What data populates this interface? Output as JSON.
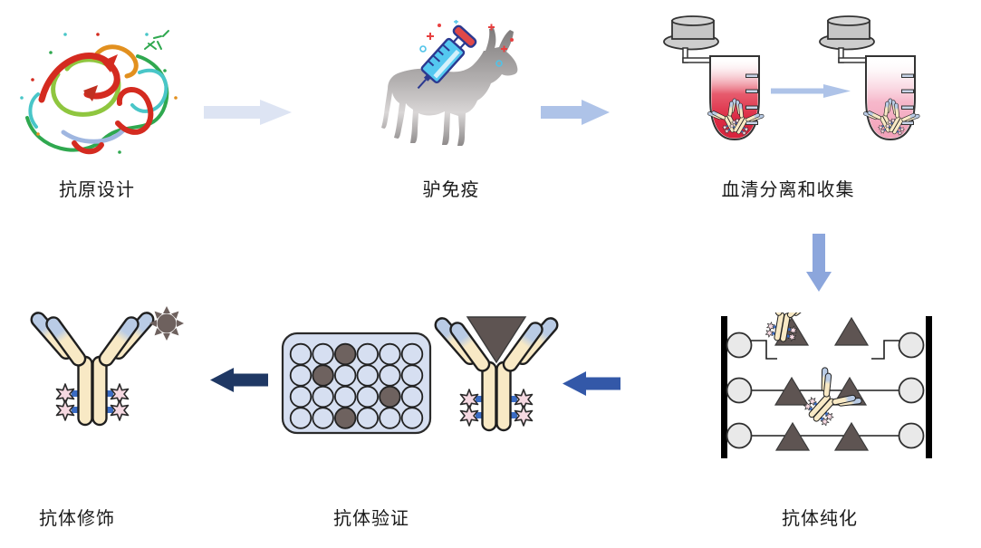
{
  "diagram": {
    "steps": [
      {
        "id": "antigen-design",
        "label": "抗原设计"
      },
      {
        "id": "donkey-immunization",
        "label": "驴免疫"
      },
      {
        "id": "serum-separation-collection",
        "label": "血清分离和收集"
      },
      {
        "id": "antibody-purification",
        "label": "抗体纯化"
      },
      {
        "id": "antibody-validation",
        "label": "抗体验证"
      },
      {
        "id": "antibody-modification",
        "label": "抗体修饰"
      }
    ]
  },
  "colors": {
    "arrow_step1": "#DDE4F3",
    "arrow_step2": "#AEC3E8",
    "arrow_tube": "#AEC3E8",
    "arrow_down": "#8CA6DC",
    "arrow_validation": "#3358A8",
    "arrow_modification": "#1F3864",
    "antibody_body": "#F8E9C5",
    "antibody_tip": "#B9CBE5",
    "star_pink": "#F6D9E2",
    "connector_blue": "#3B6CC4",
    "antigen_triangle": "#5E5452",
    "serum_red": "#D8243C",
    "serum_pink": "#F2A0B8",
    "tube_cap_gray": "#C6C6C6",
    "plate_fill": "#D6DFF1",
    "well_dark": "#6E625F",
    "bead_gray": "#E9E9E9",
    "text": "#1A1A1A"
  },
  "plate": {
    "rows": 4,
    "cols": 6,
    "dark_wells": [
      [
        0,
        2
      ],
      [
        1,
        1
      ],
      [
        2,
        4
      ],
      [
        3,
        2
      ]
    ]
  }
}
